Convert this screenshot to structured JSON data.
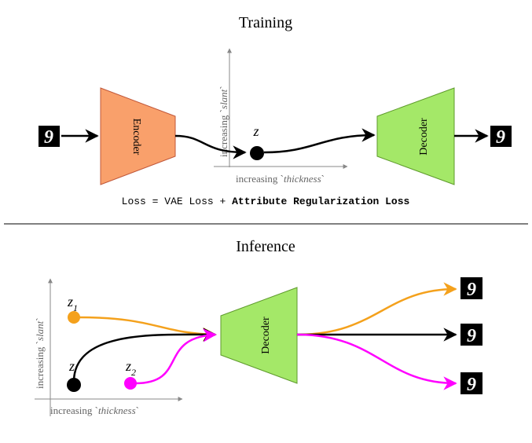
{
  "training": {
    "title": "Training",
    "encoder_label": "Encoder",
    "decoder_label": "Decoder",
    "latent_label": "z",
    "y_axis_label_prefix": "increasing `",
    "y_axis_label_attr": "slant",
    "y_axis_label_suffix": "`",
    "x_axis_label_prefix": "increasing `",
    "x_axis_label_attr": "thickness",
    "x_axis_label_suffix": "`",
    "loss_prefix": "Loss = VAE Loss + ",
    "loss_bold": "Attribute Regularization Loss"
  },
  "inference": {
    "title": "Inference",
    "decoder_label": "Decoder",
    "z1_base": "z",
    "z1_sub": "1",
    "z_label": "z",
    "z2_base": "z",
    "z2_sub": "2",
    "y_axis_label_prefix": "increasing `",
    "y_axis_label_attr": "slant",
    "y_axis_label_suffix": "`",
    "x_axis_label_prefix": "increasing `",
    "x_axis_label_attr": "thickness",
    "x_axis_label_suffix": "`"
  },
  "colors": {
    "encoder_fill": "#f9a06b",
    "encoder_stroke": "#c0573a",
    "decoder_fill": "#a4e868",
    "decoder_stroke": "#5e9a2c",
    "z1_color": "#f4a11c",
    "z2_color": "#ff00ff",
    "z_color": "#000000",
    "axis_color": "#888888"
  },
  "digit_glyph": "9"
}
